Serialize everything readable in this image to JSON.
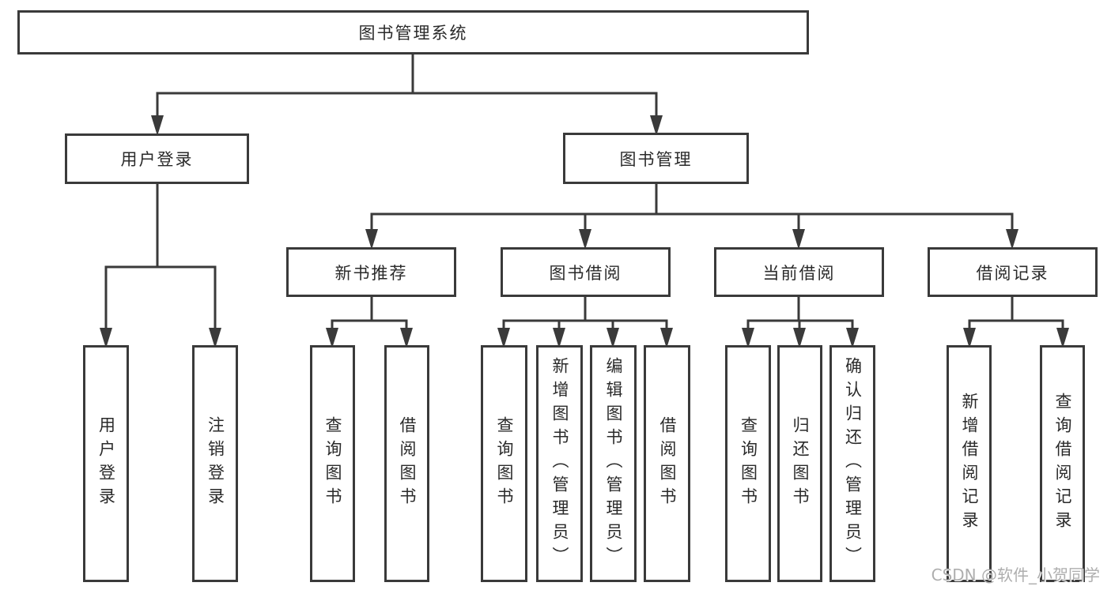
{
  "colors": {
    "line": "#3a3a3a",
    "border": "#3a3a3a",
    "text": "#2a2a2a",
    "watermark": "#aeaeae",
    "background": "#ffffff"
  },
  "watermark": {
    "text": "CSDN @软件_小贺同学"
  },
  "tree": {
    "label": "图书管理系统",
    "children": [
      {
        "label": "用户登录",
        "children": [
          {
            "label": "用户登录"
          },
          {
            "label": "注销登录"
          }
        ]
      },
      {
        "label": "图书管理",
        "children": [
          {
            "label": "新书推荐",
            "children": [
              {
                "label": "查询图书"
              },
              {
                "label": "借阅图书"
              }
            ]
          },
          {
            "label": "图书借阅",
            "children": [
              {
                "label": "查询图书"
              },
              {
                "label": "新增图书（管理员）"
              },
              {
                "label": "编辑图书（管理员）"
              },
              {
                "label": "借阅图书"
              }
            ]
          },
          {
            "label": "当前借阅",
            "children": [
              {
                "label": "查询图书"
              },
              {
                "label": "归还图书"
              },
              {
                "label": "确认归还（管理员）"
              }
            ]
          },
          {
            "label": "借阅记录",
            "children": [
              {
                "label": "新增借阅记录"
              },
              {
                "label": "查询借阅记录"
              }
            ]
          }
        ]
      }
    ]
  }
}
